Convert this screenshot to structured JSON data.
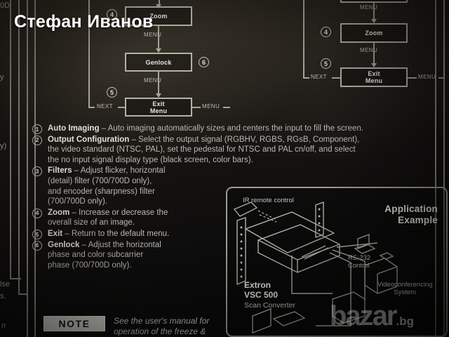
{
  "photo": {
    "subject": "Extron VSC 500 Scan Converter packaging panel",
    "background_color": "#141210",
    "ink_color": "#c9c8c2"
  },
  "watermarks": {
    "photographer": "Стефан Иванов",
    "site_name": "bazar",
    "site_tld": ".bg"
  },
  "flow_left": {
    "boxes": [
      {
        "id": "zoom",
        "label": "Zoom",
        "number": "4"
      },
      {
        "id": "genlock",
        "label": "Genlock",
        "number": "6"
      },
      {
        "id": "exit",
        "label": "Exit\nMenu",
        "line1": "Exit",
        "line2": "Menu",
        "number": "5"
      }
    ],
    "connector_labels": {
      "menu_1": "MENU",
      "menu_2": "MENU",
      "next": "NEXT",
      "menu_out": "MENU"
    }
  },
  "flow_right": {
    "boxes": [
      {
        "id": "zoom",
        "label": "Zoom",
        "number": "4"
      },
      {
        "id": "exit",
        "line1": "Exit",
        "line2": "Menu",
        "number": "5"
      }
    ],
    "connector_labels": {
      "menu_top": "MENU",
      "menu_1": "MENU",
      "next": "NEXT",
      "menu_out": "MENU"
    }
  },
  "descriptions": [
    {
      "number": "1",
      "term": "Auto Imaging",
      "dash": "–",
      "lines": [
        "Auto imaging automatically sizes and centers the input to fill the screen."
      ]
    },
    {
      "number": "2",
      "term": "Output Configuration",
      "dash": "–",
      "lines": [
        "Select the output signal (RGBHV, RGBS, RGsB, Component),",
        "the video standard (NTSC, PAL), set the pedestal for NTSC and PAL cn/off, and select",
        "the no input signal display type (black screen, color bars)."
      ]
    },
    {
      "number": "3",
      "term": "Filters",
      "dash": "–",
      "lines": [
        "Adjust flicker, horizontal",
        "(detail) filter (700/700D only),",
        "and encoder (sharpness) filter",
        "(700/700D only)."
      ]
    },
    {
      "number": "4",
      "term": "Zoom",
      "dash": "–",
      "lines": [
        "Increase or decrease the",
        "overall size of an image."
      ]
    },
    {
      "number": "5",
      "term": "Exit",
      "dash": "–",
      "lines": [
        "Return to the default menu."
      ]
    },
    {
      "number": "6",
      "term": "Genlock",
      "dash": "–",
      "lines": [
        "Adjust the horizontal",
        "phase and color subcarrier",
        "phase (700/700D only)."
      ]
    }
  ],
  "note": {
    "badge": "NOTE",
    "text_line1": "See the user's manual for",
    "text_line2": "operation of the freeze &"
  },
  "application_example": {
    "title_line1": "Application",
    "title_line2": "Example",
    "labels": {
      "ir_remote": "IR remote control",
      "rs232_line1": "RS-232",
      "rs232_line2": "Control",
      "videoconf_line1": "Videoconferencing",
      "videoconf_line2": "System"
    },
    "device": {
      "brand_line1": "Extron",
      "brand_line2": "VSC 500",
      "subtitle": "Scan Converter"
    }
  },
  "left_edge_fragments": [
    {
      "text": "0D"
    },
    {
      "text": "y"
    },
    {
      "text": "y)"
    },
    {
      "text": "lse"
    },
    {
      "text": "s."
    },
    {
      "text": "n"
    }
  ]
}
